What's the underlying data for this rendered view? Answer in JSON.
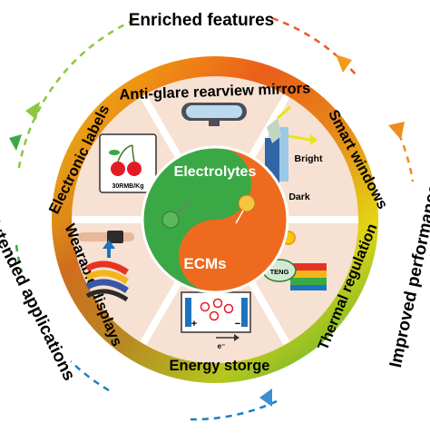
{
  "outer": {
    "top": "Enriched features",
    "right": "Improved performances",
    "left": "Extended applications"
  },
  "ring": {
    "anti_glare": "Anti-glare rearview mirrors",
    "smart_windows": "Smart windows",
    "thermal": "Thermal regulation",
    "energy": "Energy storge",
    "wearable": "Wearable displays",
    "labels": "Electronic labels"
  },
  "center": {
    "top": "Electrolytes",
    "bottom": "ECMs"
  },
  "details": {
    "price_tag": "30RMB/Kg",
    "bright": "Bright",
    "dark": "Dark",
    "teng": "TENG",
    "plus": "+",
    "minus": "−",
    "electron": "e⁻"
  },
  "colors": {
    "orange": "#ee6a1f",
    "green": "#3aa845",
    "segment_fill": "#f6e1d3",
    "dash_blue": "#1e7fc0"
  }
}
